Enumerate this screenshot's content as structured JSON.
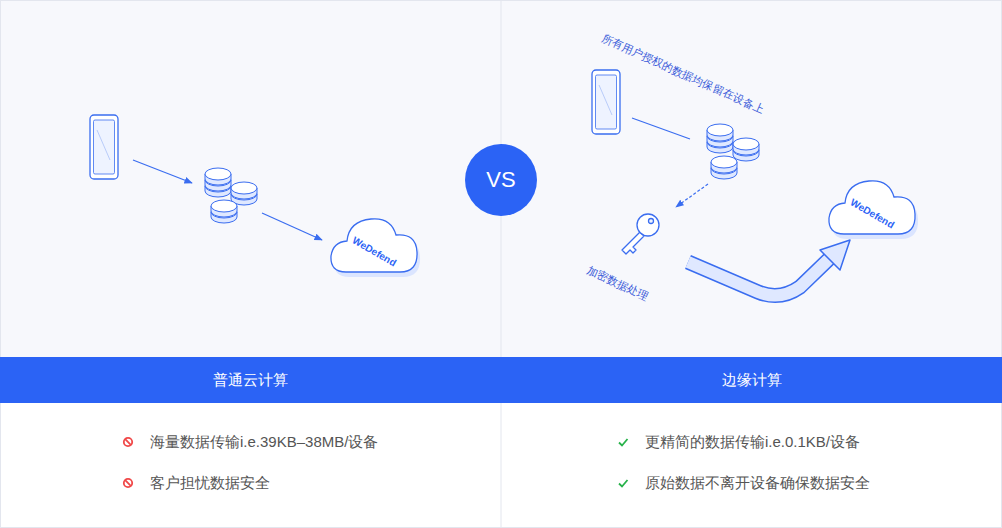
{
  "diagram": {
    "nodes": [
      {
        "text": [
          "WeDefend"
        ]
      },
      {
        "text": [
          "VS"
        ]
      },
      {
        "text": [
          "WeDefend"
        ]
      },
      {
        "text": [
          "普通云计算"
        ]
      },
      {
        "text": [
          "边缘计算"
        ]
      }
    ],
    "labels": [
      "所有用户授权的数据均保留在设备上",
      "加密数据处理",
      "海量数据传输i.e.39KB–38MB/设备",
      "客户担忧数据安全",
      "更精简的数据传输i.e.0.1KB/设备",
      "原始数据不离开设备确保数据安全"
    ]
  }
}
